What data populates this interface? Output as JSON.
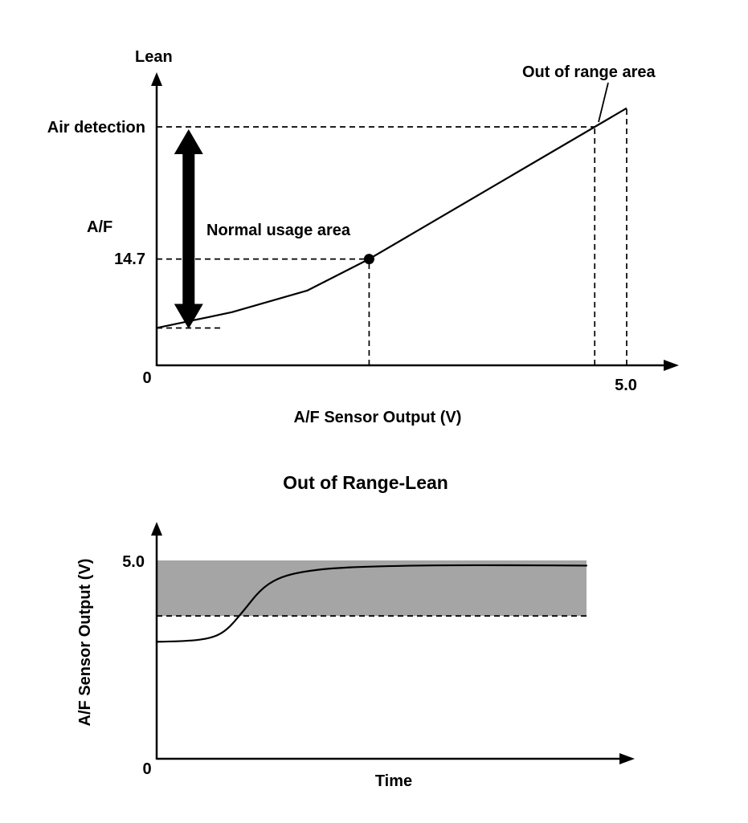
{
  "colors": {
    "line": "#000000",
    "band": "#a5a5a5",
    "background": "#ffffff"
  },
  "chart_data": [
    {
      "type": "line",
      "title": "",
      "xlabel": "A/F Sensor Output (V)",
      "ylabel": "A/F",
      "y_axis_top_label": "Lean",
      "xlim": [
        0,
        5.0
      ],
      "ylim_af_estimated": [
        11,
        21.2
      ],
      "x_ticks": [
        {
          "value": 0,
          "label": "0"
        },
        {
          "value": 5.0,
          "label": "5.0"
        }
      ],
      "y_ticks": [
        {
          "value": 14.7,
          "label": "14.7"
        }
      ],
      "series": [
        {
          "name": "af-sensor-characteristic",
          "points_v_af": [
            [
              0,
              12.3
            ],
            [
              0.8,
              12.85
            ],
            [
              1.6,
              13.6
            ],
            [
              2.26,
              14.7
            ],
            [
              5.0,
              19.95
            ]
          ]
        }
      ],
      "stoich_point": {
        "x": 2.26,
        "y": 14.7
      },
      "air_detection": {
        "label": "Air detection",
        "level_af": 19.3,
        "cross_x_v": 4.66
      },
      "normal_usage": {
        "label": "Normal usage area",
        "arrow_x_v": 0.34,
        "from_af": 12.3,
        "to_af": 19.3,
        "start_dash_to_v": 0.7
      },
      "out_of_range": {
        "label": "Out of range area",
        "x_from_v": 4.66,
        "x_to_v": 5.0
      },
      "grid": false,
      "legend": false
    },
    {
      "type": "line",
      "title": "Out of Range-Lean",
      "xlabel": "Time",
      "ylabel": "A/F Sensor Output (V)",
      "xlim_fraction": [
        0,
        1
      ],
      "ylim": [
        0,
        5.6
      ],
      "y_ticks": [
        {
          "value": 0,
          "label": "0"
        },
        {
          "value": 5.0,
          "label": "5.0"
        }
      ],
      "band": {
        "from_v": 3.6,
        "to_v": 5.0,
        "color": "#a5a5a5"
      },
      "threshold_dashed_v": 3.6,
      "series": [
        {
          "name": "af-sensor-output-vs-time",
          "points_t_v": [
            [
              0,
              2.95
            ],
            [
              0.06,
              2.96
            ],
            [
              0.12,
              3.02
            ],
            [
              0.16,
              3.2
            ],
            [
              0.2,
              3.7
            ],
            [
              0.24,
              4.25
            ],
            [
              0.28,
              4.55
            ],
            [
              0.33,
              4.7
            ],
            [
              0.4,
              4.8
            ],
            [
              0.5,
              4.85
            ],
            [
              0.65,
              4.88
            ],
            [
              0.85,
              4.88
            ],
            [
              1,
              4.87
            ]
          ]
        }
      ],
      "grid": false,
      "legend": false
    }
  ]
}
